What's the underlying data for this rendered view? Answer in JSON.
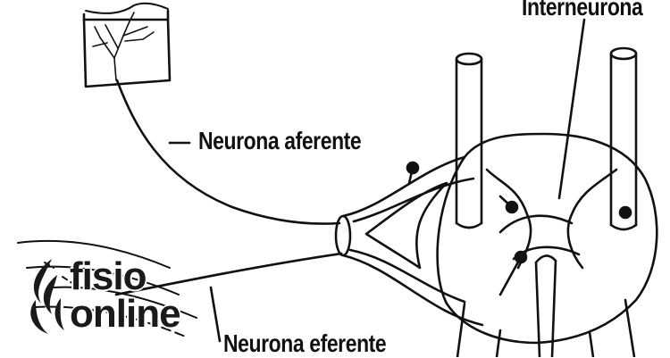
{
  "labels": {
    "afferent": "Neurona aferente",
    "efferent": "Neurona eferente",
    "interneuron": "Interneurona"
  },
  "logo": {
    "line1": "fisio",
    "line2": "online"
  },
  "colors": {
    "line": "#111111",
    "background": "#ffffff"
  }
}
